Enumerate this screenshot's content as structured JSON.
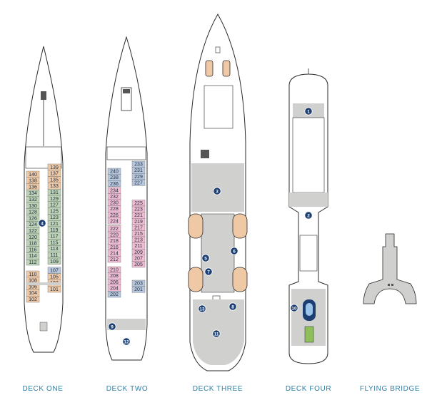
{
  "colors": {
    "orange": "#efc9a6",
    "green": "#bcd3b6",
    "blue": "#b6c7de",
    "pink": "#f0bcd3",
    "public": "#d0d0ce",
    "marker": "#1c3f73"
  },
  "decks": [
    {
      "name": "DECK ONE"
    },
    {
      "name": "DECK TWO"
    },
    {
      "name": "DECK THREE"
    },
    {
      "name": "DECK FOUR"
    },
    {
      "name": "FLYING BRIDGE"
    }
  ],
  "markers": [
    "1",
    "2",
    "3",
    "4",
    "5",
    "6",
    "7",
    "8",
    "9",
    "10",
    "11",
    "12",
    "13"
  ],
  "deck_one": {
    "left": [
      {
        "n": "140",
        "c": "orange"
      },
      {
        "n": "138",
        "c": "orange"
      },
      {
        "n": "136",
        "c": "orange"
      },
      {
        "n": "134",
        "c": "green"
      },
      {
        "n": "132",
        "c": "green"
      },
      {
        "n": "130",
        "c": "green"
      },
      {
        "n": "128",
        "c": "green"
      },
      {
        "n": "126",
        "c": "green"
      },
      {
        "n": "124",
        "c": "green"
      },
      {
        "n": "122",
        "c": "green"
      },
      {
        "n": "120",
        "c": "green"
      },
      {
        "n": "118",
        "c": "green"
      },
      {
        "n": "116",
        "c": "green"
      },
      {
        "n": "114",
        "c": "green"
      },
      {
        "n": "112",
        "c": "green"
      },
      {
        "n": "110",
        "c": "orange"
      },
      {
        "n": "108",
        "c": "orange"
      },
      {
        "n": "106",
        "c": "orange"
      },
      {
        "n": "104",
        "c": "orange"
      },
      {
        "n": "102",
        "c": "orange"
      }
    ],
    "right": [
      {
        "n": "139",
        "c": "orange"
      },
      {
        "n": "137",
        "c": "orange"
      },
      {
        "n": "135",
        "c": "orange"
      },
      {
        "n": "133",
        "c": "orange"
      },
      {
        "n": "131",
        "c": "green"
      },
      {
        "n": "129",
        "c": "green"
      },
      {
        "n": "127",
        "c": "green"
      },
      {
        "n": "125",
        "c": "green"
      },
      {
        "n": "123",
        "c": "green"
      },
      {
        "n": "121",
        "c": "green"
      },
      {
        "n": "119",
        "c": "green"
      },
      {
        "n": "117",
        "c": "green"
      },
      {
        "n": "115",
        "c": "green"
      },
      {
        "n": "113",
        "c": "green"
      },
      {
        "n": "111",
        "c": "green"
      },
      {
        "n": "109",
        "c": "green"
      },
      {
        "n": "107",
        "c": "blue"
      },
      {
        "n": "105",
        "c": "orange"
      },
      {
        "n": "103",
        "c": "orange"
      },
      {
        "n": "101",
        "c": "orange"
      }
    ]
  },
  "deck_two": {
    "left": [
      {
        "n": "240",
        "c": "blue"
      },
      {
        "n": "238",
        "c": "blue"
      },
      {
        "n": "236",
        "c": "blue"
      },
      {
        "n": "234",
        "c": "pink"
      },
      {
        "n": "232",
        "c": "pink"
      },
      {
        "n": "230",
        "c": "pink"
      },
      {
        "n": "228",
        "c": "pink"
      },
      {
        "n": "226",
        "c": "pink"
      },
      {
        "n": "224",
        "c": "pink"
      },
      {
        "n": "222",
        "c": "pink"
      },
      {
        "n": "220",
        "c": "pink"
      },
      {
        "n": "218",
        "c": "pink"
      },
      {
        "n": "216",
        "c": "pink"
      },
      {
        "n": "214",
        "c": "pink"
      },
      {
        "n": "212",
        "c": "pink"
      },
      {
        "n": "210",
        "c": "pink"
      },
      {
        "n": "208",
        "c": "pink"
      },
      {
        "n": "206",
        "c": "pink"
      },
      {
        "n": "204",
        "c": "pink"
      },
      {
        "n": "202",
        "c": "blue"
      }
    ],
    "right": [
      {
        "n": "233",
        "c": "blue"
      },
      {
        "n": "231",
        "c": "blue"
      },
      {
        "n": "229",
        "c": "blue"
      },
      {
        "n": "227",
        "c": "blue"
      },
      {
        "n": "225",
        "c": "pink"
      },
      {
        "n": "223",
        "c": "pink"
      },
      {
        "n": "221",
        "c": "pink"
      },
      {
        "n": "219",
        "c": "pink"
      },
      {
        "n": "217",
        "c": "pink"
      },
      {
        "n": "215",
        "c": "pink"
      },
      {
        "n": "213",
        "c": "pink"
      },
      {
        "n": "211",
        "c": "pink"
      },
      {
        "n": "209",
        "c": "pink"
      },
      {
        "n": "207",
        "c": "pink"
      },
      {
        "n": "205",
        "c": "pink"
      },
      {
        "n": "203",
        "c": "blue"
      },
      {
        "n": "201",
        "c": "blue"
      }
    ]
  }
}
